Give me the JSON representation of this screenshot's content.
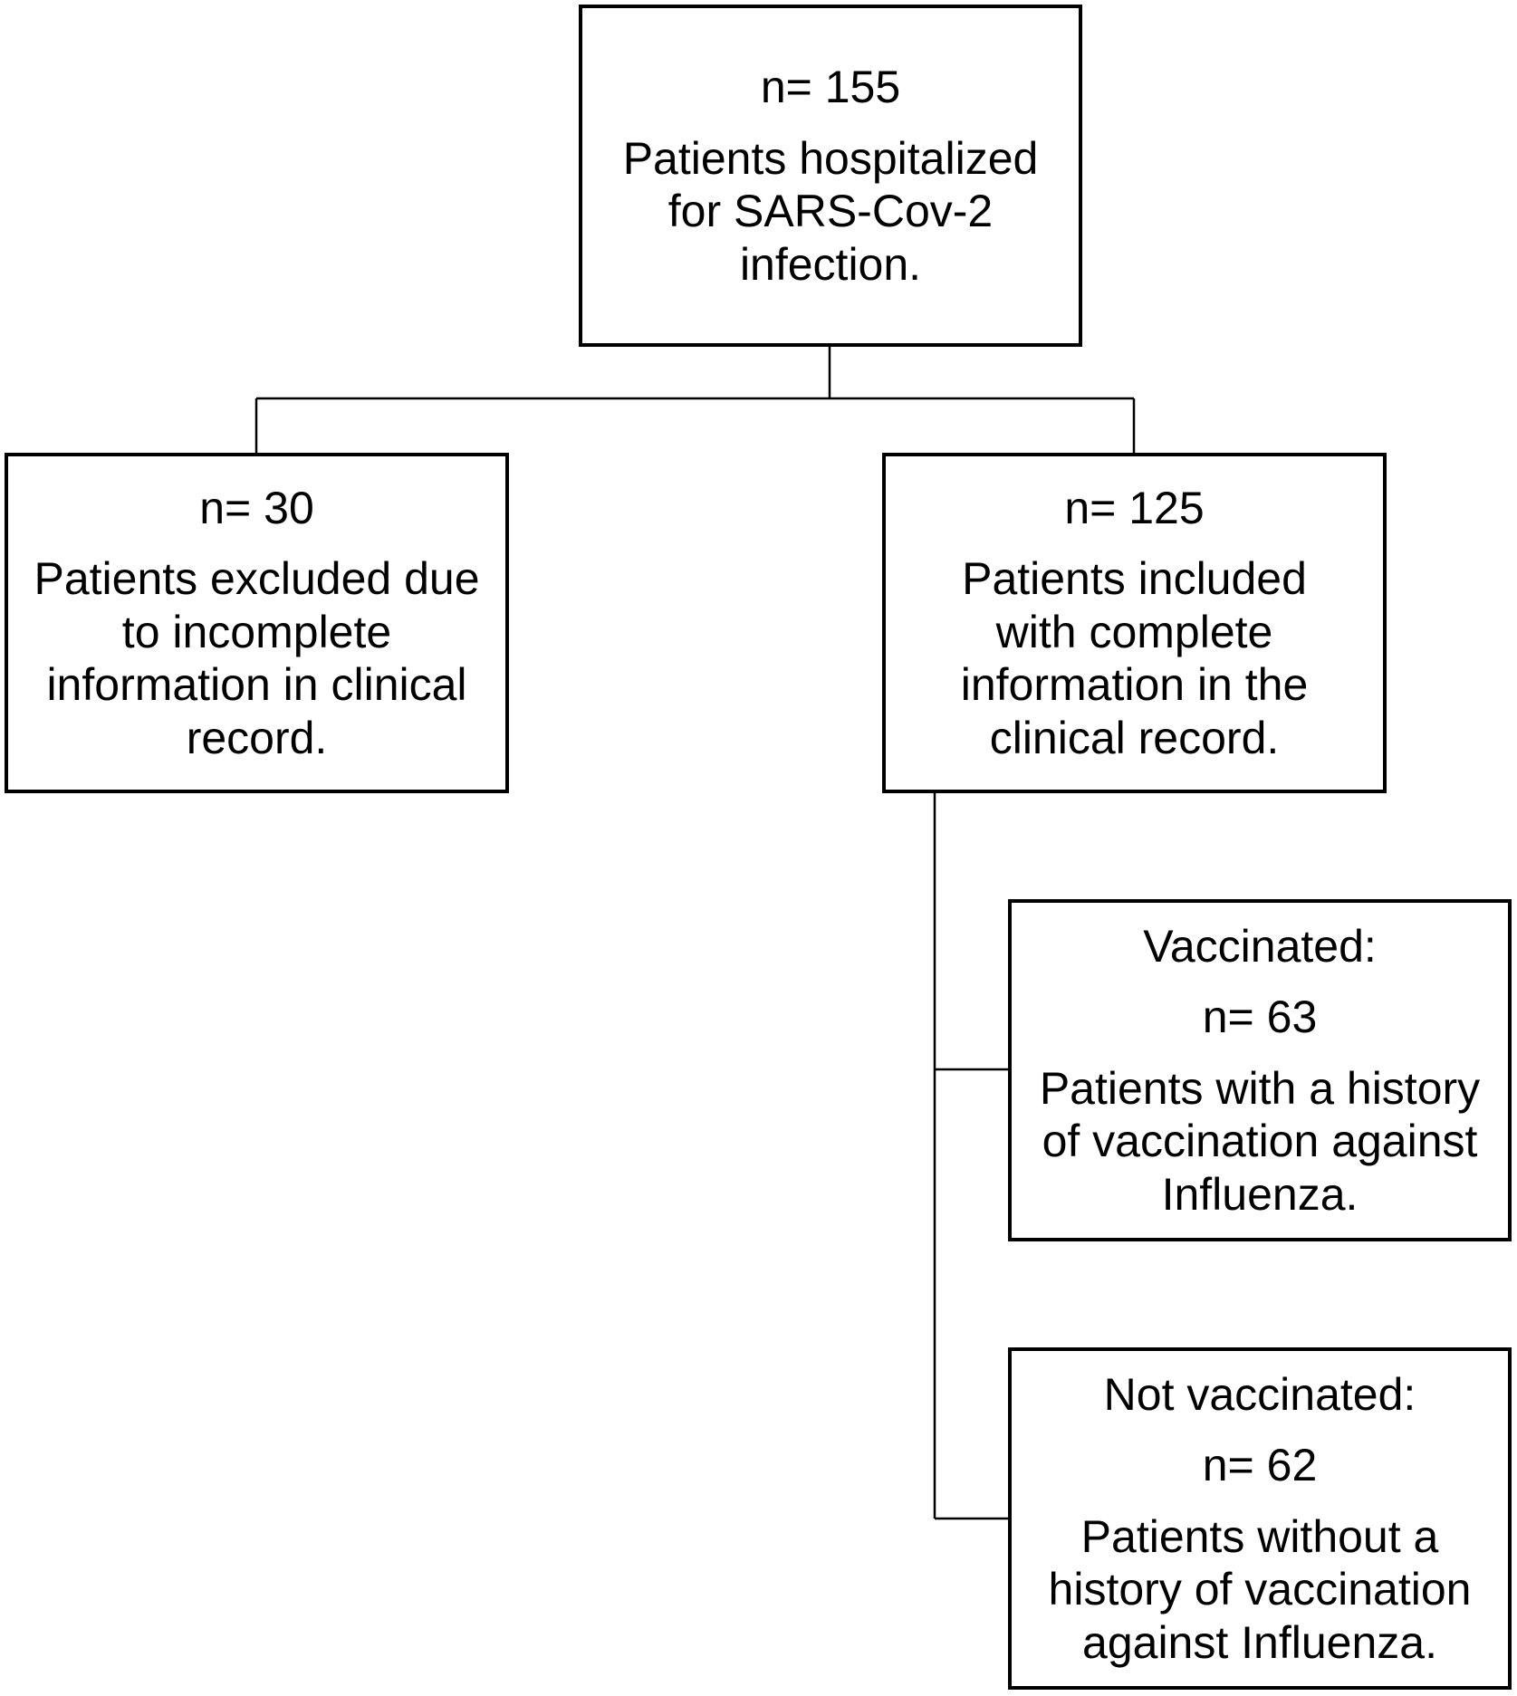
{
  "nodes": {
    "total": {
      "n": "n= 155",
      "text": "Patients hospitalized for SARS-Cov-2 infection."
    },
    "excluded": {
      "n": "n= 30",
      "text": "Patients excluded due to incomplete information in clinical record."
    },
    "included": {
      "n": "n= 125",
      "text": "Patients included with complete information in the clinical record."
    },
    "vaccinated": {
      "heading": "Vaccinated:",
      "n": "n= 63",
      "text": "Patients with a history of vaccination against Influenza."
    },
    "not_vaccinated": {
      "heading": "Not vaccinated:",
      "n": "n= 62",
      "text": "Patients without a history of vaccination against Influenza."
    }
  },
  "edges": [
    {
      "from": "total",
      "to": "excluded"
    },
    {
      "from": "total",
      "to": "included"
    },
    {
      "from": "included",
      "to": "vaccinated"
    },
    {
      "from": "included",
      "to": "not_vaccinated"
    }
  ]
}
